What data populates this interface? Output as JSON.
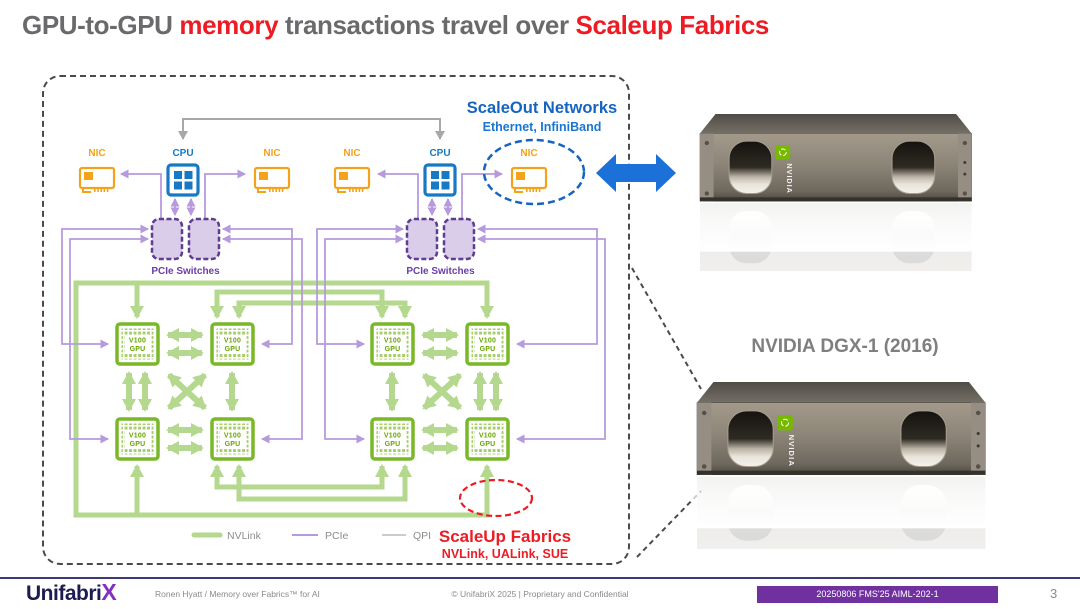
{
  "slide": {
    "title": {
      "seg1": "GPU-to-GPU ",
      "seg2": "memory",
      "seg3": " transactions travel over ",
      "seg4": "Scaleup Fabrics"
    },
    "page_number": "3"
  },
  "diagram": {
    "scaleout_heading": "ScaleOut Networks",
    "scaleout_sub": "Ethernet, InfiniBand",
    "scaleup_heading": "ScaleUp Fabrics",
    "scaleup_sub": "NVLink, UALink, SUE",
    "nic_label": "NIC",
    "cpu_label": "CPU",
    "pcie_switches_label": "PCIe Switches",
    "gpu_label_line1": "V100",
    "gpu_label_line2": "GPU",
    "legend": [
      {
        "label": "NVLink",
        "color": "#b4d98e"
      },
      {
        "label": "PCIe",
        "color": "#b79add"
      },
      {
        "label": "QPI",
        "color": "#bbbbbb"
      }
    ]
  },
  "right_panel": {
    "server_caption": "NVIDIA DGX-1 (2016)",
    "server_logo_text": "NVIDIA"
  },
  "footer": {
    "logo_text": "Unifabri",
    "logo_mark": "X",
    "author_line": "Ronen Hyatt / Memory over Fabrics™ for AI",
    "copyright_line": "© UnifabriX 2025 | Proprietary and Confidential",
    "session_badge": "20250806 FMS'25 AIML-202-1"
  },
  "colors": {
    "title_red": "#ed1c24",
    "scaleout_blue": "#1565c0",
    "nvlink_green": "#79b928",
    "nic_orange": "#f5a21b",
    "pcie_purple": "#6a3fa8",
    "badge_purple": "#7030a0"
  }
}
